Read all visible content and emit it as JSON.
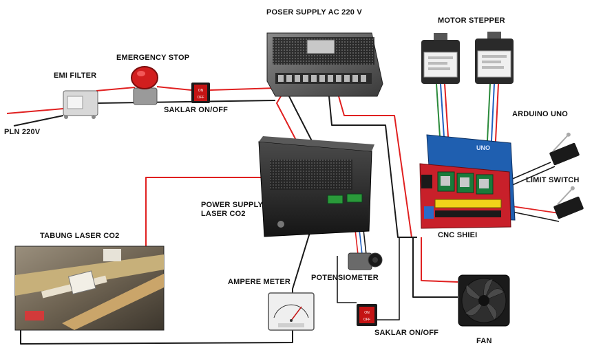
{
  "labels": {
    "power_supply_ac": "POSER SUPPLY AC 220 V",
    "motor_stepper": "MOTOR STEPPER",
    "emergency_stop": "EMERGENCY STOP",
    "emi_filter": "EMI FILTER",
    "pln": "PLN 220V",
    "saklar_top": "SAKLAR ON/OFF",
    "arduino": "ARDUINO UNO",
    "limit_switch": "LIMIT SWITCH",
    "psu_laser": "POWER SUPPLY\nLASER CO2",
    "tabung": "TABUNG LASER CO2",
    "cnc_shield": "CNC SHIEI",
    "potensiometer": "POTENSIOMETER",
    "ampere_meter": "AMPERE METER",
    "saklar_bottom": "SAKLAR ON/OFF",
    "fan": "FAN"
  },
  "switch_text": {
    "on": "ON",
    "off": "OFF"
  },
  "colors": {
    "wire_red": "#e02020",
    "wire_black": "#1a1a1a",
    "pcb_blue": "#1f5fb0",
    "shield_red": "#c8202a",
    "psu_dark": "#2a2a2a"
  }
}
